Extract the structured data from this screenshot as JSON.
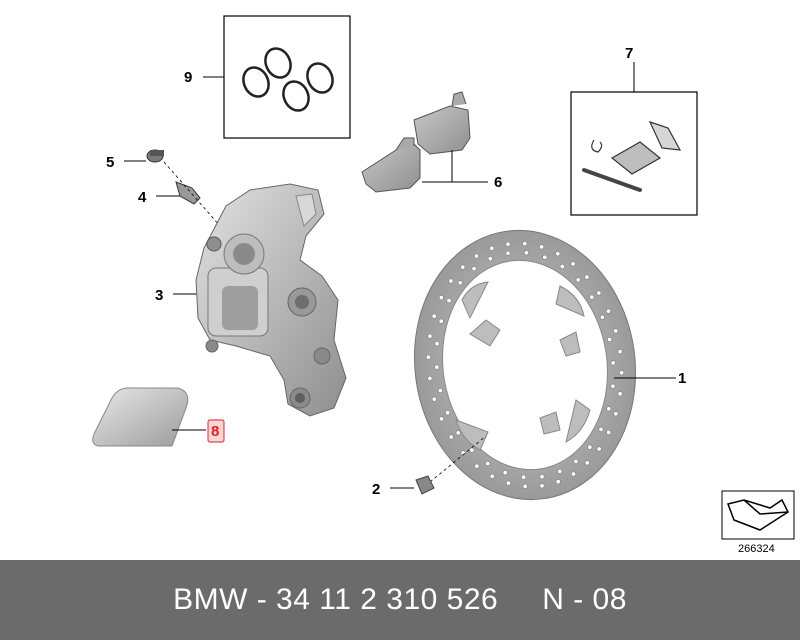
{
  "callouts": {
    "c1": "1",
    "c2": "2",
    "c3": "3",
    "c4": "4",
    "c5": "5",
    "c6": "6",
    "c7": "7",
    "c8": "8",
    "c9": "9"
  },
  "highlight_color": "#e02020",
  "reference_number": "266324",
  "footer": {
    "part_number": "BMW - 34 11 2 310 526",
    "position": "N - 08"
  }
}
